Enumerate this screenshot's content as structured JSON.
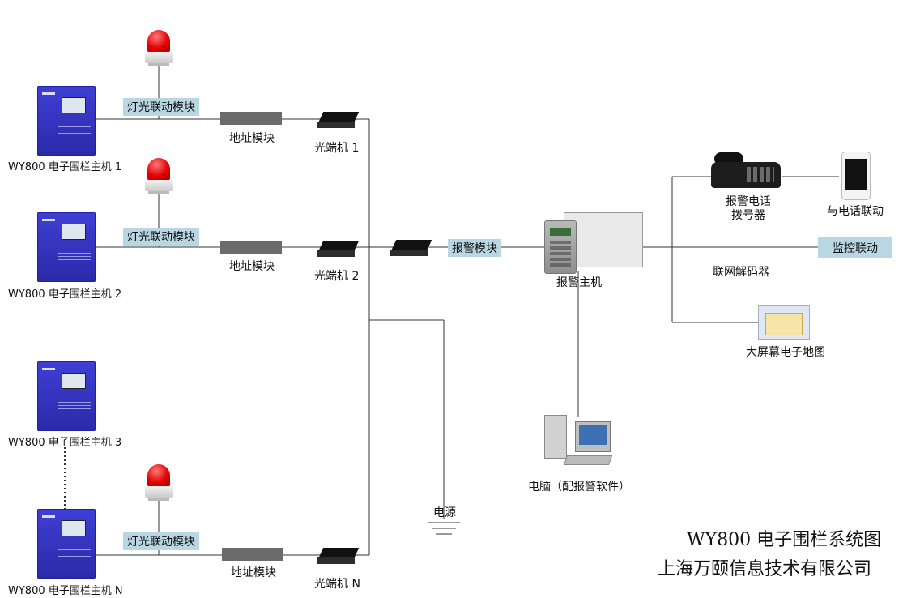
{
  "hosts": [
    {
      "label": "WY800 电子围栏主机 1"
    },
    {
      "label": "WY800 电子围栏主机 2"
    },
    {
      "label": "WY800 电子围栏主机 3"
    },
    {
      "label": "WY800 电子围栏主机 N"
    }
  ],
  "light_module_label": "灯光联动模块",
  "address_module_label": "地址模块",
  "optical": [
    {
      "label": "光端机 1"
    },
    {
      "label": "光端机 2"
    },
    {
      "label": "光端机 N"
    }
  ],
  "alarm_module_label": "报警模块",
  "alarm_host_label": "报警主机",
  "power_label": "电源",
  "phone": {
    "line1": "报警电话",
    "line2": "拨号器"
  },
  "mobile_label": "与电话联动",
  "monitor_label": "监控联动",
  "decoder_label": "联网解码器",
  "map_label": "大屏幕电子地图",
  "pc_label": "电脑（配报警软件）",
  "title": {
    "line1": "WY800 电子围栏系统图",
    "line2": "上海万颐信息技术有限公司"
  },
  "colors": {
    "wire": "#333333",
    "tag_bg": "#b9d7e3",
    "host_blue": "#2e2eb8",
    "bar_gray": "#6b6b6b"
  }
}
